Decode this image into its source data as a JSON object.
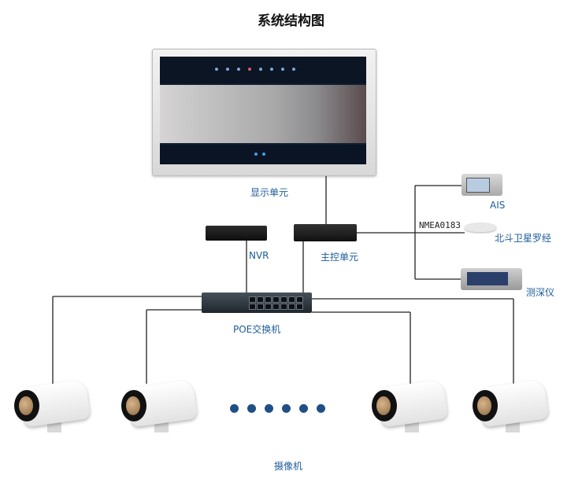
{
  "title": "系统结构图",
  "labels": {
    "display": "显示单元",
    "nvr": "NVR",
    "main_control": "主控单元",
    "poe_switch": "POE交换机",
    "ais": "AIS",
    "beidou_compass": "北斗卫星罗经",
    "depth_sounder": "测深仪",
    "nmea": "NMEA0183",
    "cameras": "摄像机"
  },
  "colors": {
    "label": "#1d5c9a",
    "wire": "#222222",
    "dots": "#1f4f86"
  }
}
